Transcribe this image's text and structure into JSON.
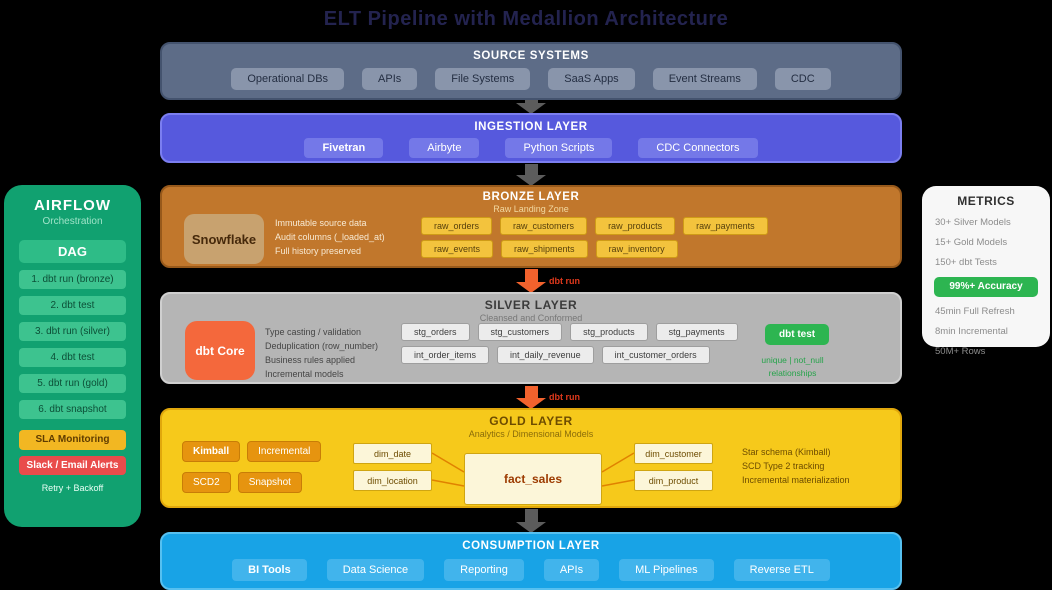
{
  "title": "ELT Pipeline with Medallion Architecture",
  "source": {
    "header": "SOURCE SYSTEMS",
    "items": [
      "Operational DBs",
      "APIs",
      "File Systems",
      "SaaS Apps",
      "Event Streams",
      "CDC"
    ]
  },
  "ingestion": {
    "header": "INGESTION LAYER",
    "items": [
      "Fivetran",
      "Airbyte",
      "Python Scripts",
      "CDC Connectors"
    ]
  },
  "bronze": {
    "header": "BRONZE LAYER",
    "subtitle": "Raw Landing Zone",
    "engine": "Snowflake",
    "notes": [
      "Immutable source data",
      "Audit columns (_loaded_at)",
      "Full history preserved"
    ],
    "tables": [
      "raw_orders",
      "raw_customers",
      "raw_products",
      "raw_payments",
      "raw_events",
      "raw_shipments",
      "raw_inventory"
    ]
  },
  "silver": {
    "header": "SILVER LAYER",
    "subtitle": "Cleansed and Conformed",
    "engine": "dbt Core",
    "notes": [
      "Type casting / validation",
      "Deduplication (row_number)",
      "Business rules applied",
      "Incremental models"
    ],
    "tables": [
      "stg_orders",
      "stg_customers",
      "stg_products",
      "stg_payments",
      "int_order_items",
      "int_daily_revenue",
      "int_customer_orders"
    ],
    "test_badge": "dbt test",
    "test_note_line1": "unique | not_null",
    "test_note_line2": "relationships"
  },
  "gold": {
    "header": "GOLD LAYER",
    "subtitle": "Analytics / Dimensional Models",
    "badges": [
      "Kimball",
      "Incremental",
      "SCD2",
      "Snapshot"
    ],
    "dims_left": [
      "dim_date",
      "dim_location"
    ],
    "fact": "fact_sales",
    "dims_right": [
      "dim_customer",
      "dim_product"
    ],
    "notes": [
      "Star schema (Kimball)",
      "SCD Type 2 tracking",
      "Incremental materialization"
    ]
  },
  "consumption": {
    "header": "CONSUMPTION LAYER",
    "items": [
      "BI Tools",
      "Data Science",
      "Reporting",
      "APIs",
      "ML Pipelines",
      "Reverse ETL"
    ]
  },
  "arrows": {
    "bronze_to_silver": "dbt run",
    "silver_to_gold": "dbt run"
  },
  "airflow": {
    "title": "AIRFLOW",
    "subtitle": "Orchestration",
    "dag_label": "DAG",
    "steps": [
      "1. dbt run (bronze)",
      "2. dbt test",
      "3. dbt run (silver)",
      "4. dbt test",
      "5. dbt run (gold)",
      "6. dbt snapshot"
    ],
    "sla": "SLA Monitoring",
    "alerts": "Slack / Email Alerts",
    "retry": "Retry + Backoff"
  },
  "metrics": {
    "title": "METRICS",
    "stats": [
      "30+ Silver Models",
      "15+ Gold Models",
      "150+ dbt Tests"
    ],
    "accuracy_badge": "99%+ Accuracy",
    "stats2": [
      "45min Full Refresh",
      "8min Incremental",
      "50M+ Rows"
    ]
  },
  "colors": {
    "background": "#000000",
    "source_bg": "#5d6c87",
    "ingestion_bg": "#5659dd",
    "bronze_bg": "#c1772c",
    "silver_bg": "#b5b5b5",
    "gold_bg": "#f6c91b",
    "consumption_bg": "#18a3e6",
    "airflow_green": "#11a170",
    "dbt_orange": "#f4683c",
    "test_green": "#2db551",
    "sla_yellow": "#f2b722",
    "alert_red": "#e94c4b",
    "raw_table_yellow": "#f3c33d",
    "arrow_gray": "#5c5c5c",
    "arrow_orange": "#f2622d"
  }
}
